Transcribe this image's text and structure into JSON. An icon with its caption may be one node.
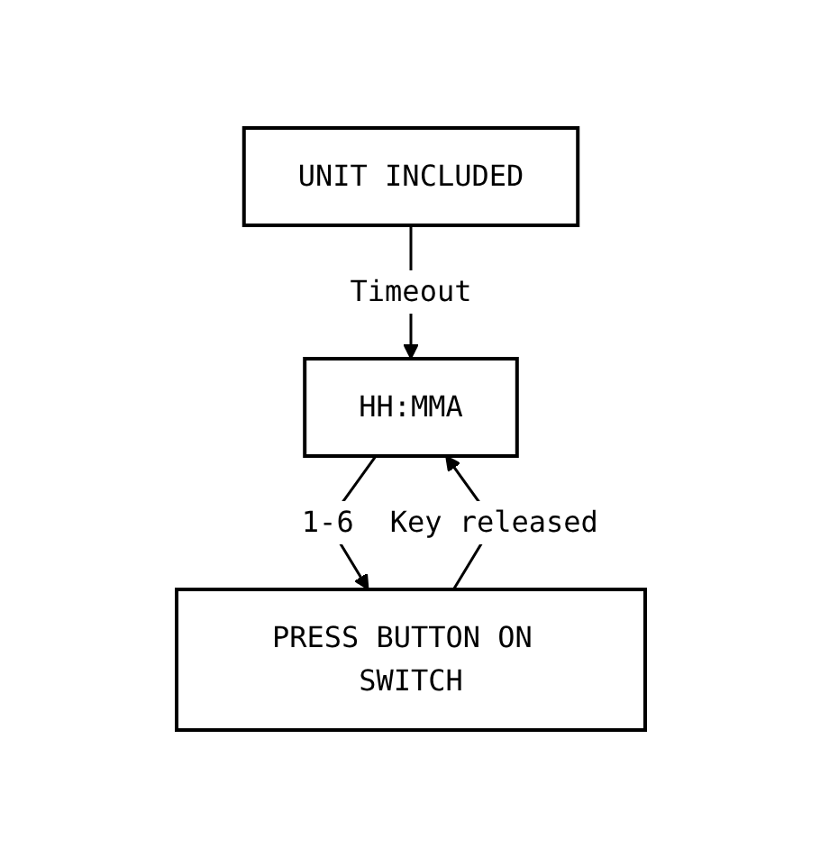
{
  "diagram": {
    "nodes": [
      {
        "text": [
          "HH:MMA"
        ]
      },
      {
        "text": [
          "PRESS BUTTON ON SWITCH"
        ]
      },
      {
        "text": [
          "UNIT INCLUDED"
        ]
      }
    ],
    "edges": [
      {
        "from": 0,
        "to": 1,
        "arrow": "to",
        "label": "1-6"
      },
      {
        "from": 1,
        "to": 0,
        "arrow": "to",
        "label": "Key released"
      },
      {
        "from": 2,
        "to": 0,
        "arrow": "to",
        "label": "Timeout"
      }
    ]
  }
}
